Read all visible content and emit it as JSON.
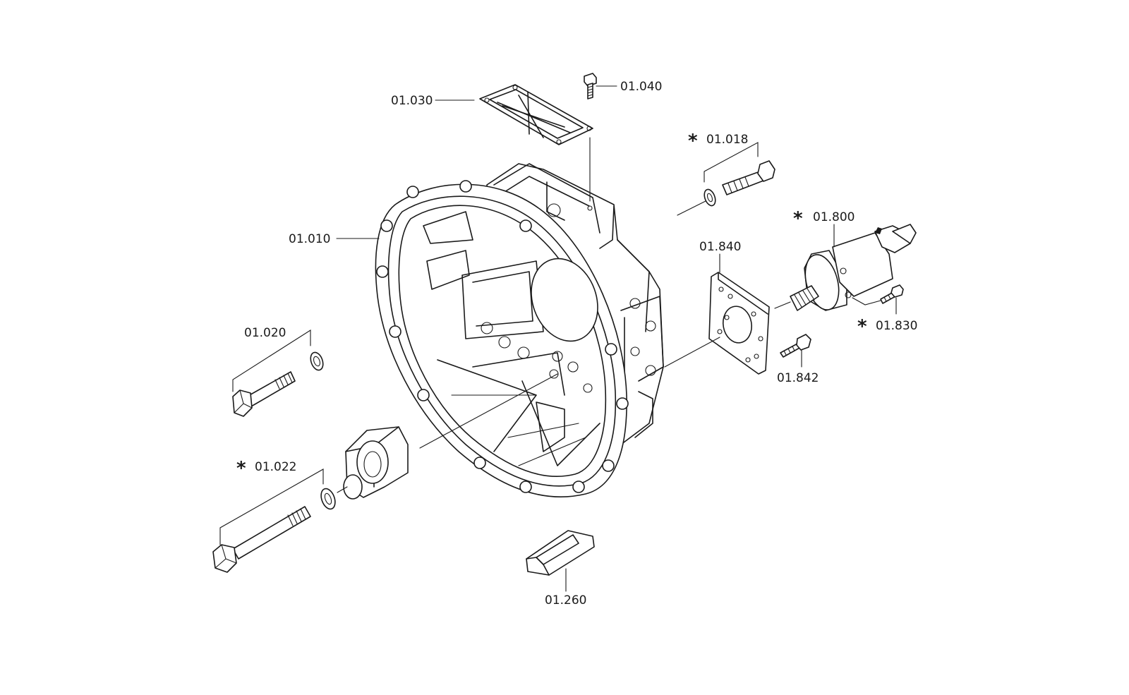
{
  "labels": {
    "housing": "01.010",
    "bolt_upper_left": "01.020",
    "bolt_lower_left": "01.022",
    "cover": "01.030",
    "cover_screw": "01.040",
    "bolt_right": "01.018",
    "cylinder": "01.800",
    "plate": "01.840",
    "plate_screw": "01.842",
    "cylinder_screw": "01.830",
    "bracket": "01.260"
  },
  "asterisk": "*"
}
